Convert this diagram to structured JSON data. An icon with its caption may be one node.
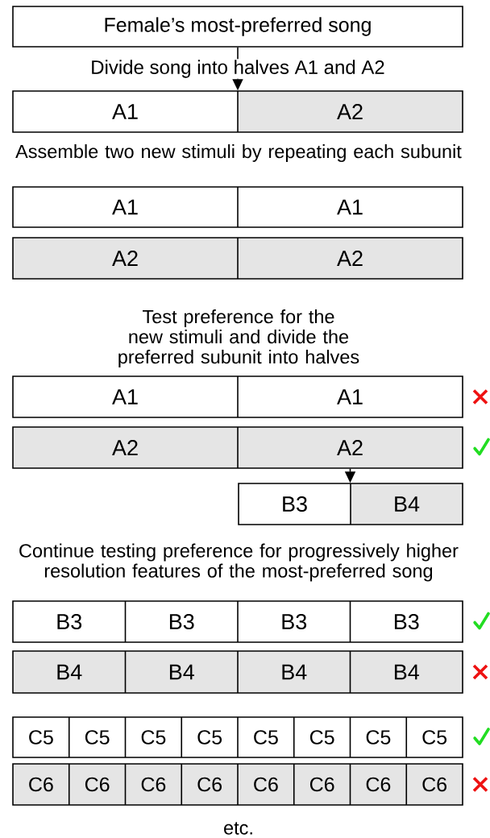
{
  "diagram": {
    "nodes": [
      {
        "text": [
          "Female’s most-preferred song"
        ]
      },
      {
        "text": [],
        "shape": "bar"
      },
      {
        "text": [
          "A1"
        ],
        "in": 1
      },
      {
        "text": [
          "A2"
        ],
        "in": 1
      },
      {
        "text": [],
        "shape": "bar"
      },
      {
        "text": [
          "A1"
        ],
        "in": 4
      },
      {
        "text": [
          "A1"
        ],
        "in": 4
      },
      {
        "text": [],
        "shape": "bar"
      },
      {
        "text": [
          "A2"
        ],
        "in": 7
      },
      {
        "text": [
          "A2"
        ],
        "in": 7
      },
      {
        "text": [],
        "shape": "bar"
      },
      {
        "text": [
          "A1"
        ],
        "in": 10
      },
      {
        "text": [
          "A1"
        ],
        "in": 10
      },
      {
        "text": [],
        "shape": "bar"
      },
      {
        "text": [
          "A2"
        ],
        "in": 13
      },
      {
        "text": [
          "A2"
        ],
        "in": 13
      },
      {
        "text": [],
        "shape": "bar"
      },
      {
        "text": [
          "B3"
        ],
        "in": 16
      },
      {
        "text": [
          "B4"
        ],
        "in": 16
      },
      {
        "text": [],
        "shape": "bar"
      },
      {
        "text": [
          "B3"
        ],
        "in": 19
      },
      {
        "text": [
          "B3"
        ],
        "in": 19
      },
      {
        "text": [
          "B3"
        ],
        "in": 19
      },
      {
        "text": [
          "B3"
        ],
        "in": 19
      },
      {
        "text": [],
        "shape": "bar"
      },
      {
        "text": [
          "B4"
        ],
        "in": 24
      },
      {
        "text": [
          "B4"
        ],
        "in": 24
      },
      {
        "text": [
          "B4"
        ],
        "in": 24
      },
      {
        "text": [
          "B4"
        ],
        "in": 24
      },
      {
        "text": [],
        "shape": "bar"
      },
      {
        "text": [
          "C5"
        ],
        "in": 29
      },
      {
        "text": [
          "C5"
        ],
        "in": 29
      },
      {
        "text": [
          "C5"
        ],
        "in": 29
      },
      {
        "text": [
          "C5"
        ],
        "in": 29
      },
      {
        "text": [
          "C5"
        ],
        "in": 29
      },
      {
        "text": [
          "C5"
        ],
        "in": 29
      },
      {
        "text": [
          "C5"
        ],
        "in": 29
      },
      {
        "text": [
          "C5"
        ],
        "in": 29
      },
      {
        "text": [],
        "shape": "bar"
      },
      {
        "text": [
          "C6"
        ],
        "in": 38
      },
      {
        "text": [
          "C6"
        ],
        "in": 38
      },
      {
        "text": [
          "C6"
        ],
        "in": 38
      },
      {
        "text": [
          "C6"
        ],
        "in": 38
      },
      {
        "text": [
          "C6"
        ],
        "in": 38
      },
      {
        "text": [
          "C6"
        ],
        "in": 38
      },
      {
        "text": [
          "C6"
        ],
        "in": 38
      },
      {
        "text": [
          "C6"
        ],
        "in": 38
      }
    ],
    "edges": [
      {
        "from": 0,
        "to": 1,
        "arrow": "to",
        "label": "Divide song into halves A1 and A2"
      },
      {
        "from": 15,
        "to": 16,
        "arrow": "to"
      }
    ],
    "labels": [
      "Assemble two new stimuli by repeating each subunit",
      "Test preference for the new stimuli and divide the preferred subunit into halves",
      "Continue testing preference for progressively higher resolution features of the most-preferred song",
      "etc."
    ]
  }
}
